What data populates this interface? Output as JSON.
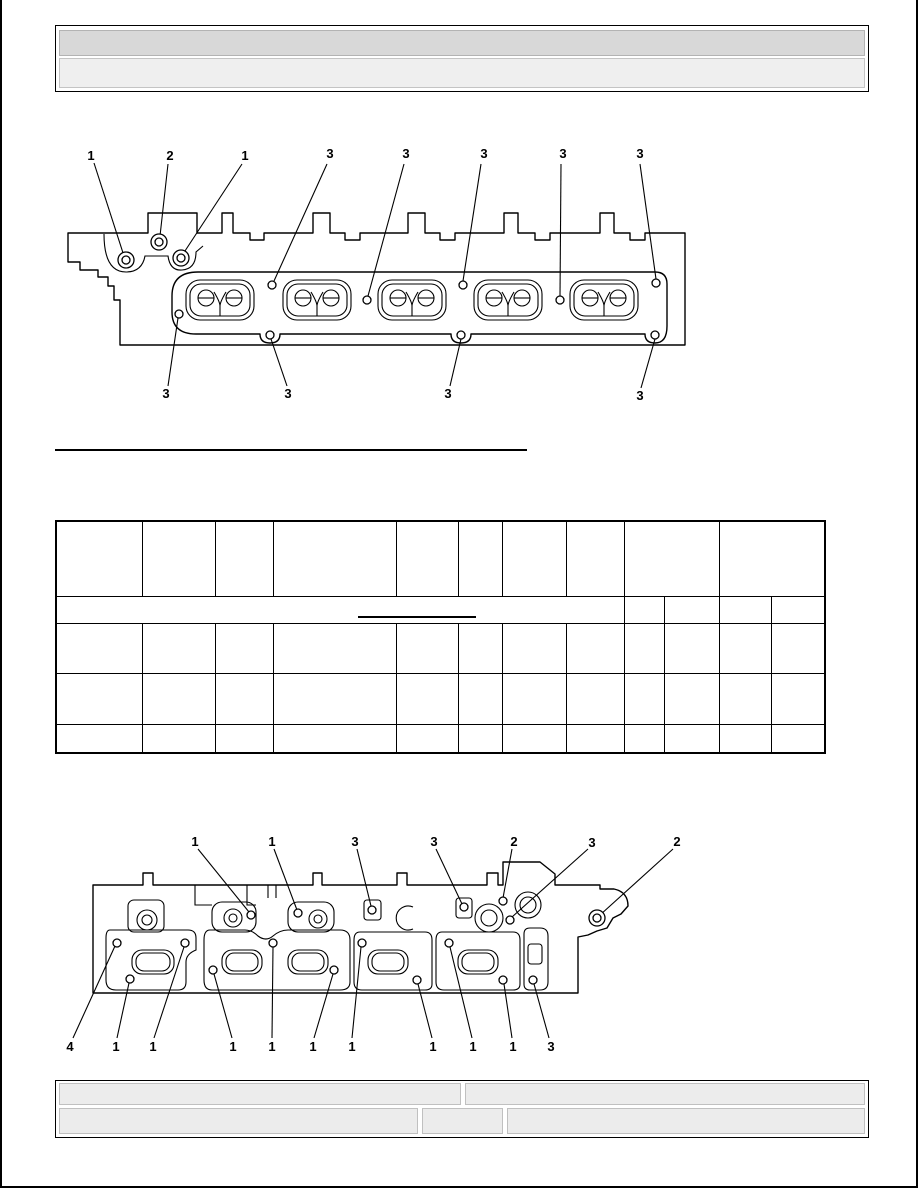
{
  "diagram_top": {
    "labels_above": [
      "1",
      "2",
      "1",
      "3",
      "3",
      "3",
      "3",
      "3"
    ],
    "labels_below": [
      "3",
      "3",
      "3",
      "3"
    ]
  },
  "diagram_bottom": {
    "labels_above": [
      "1",
      "1",
      "3",
      "3",
      "2",
      "3",
      "2"
    ],
    "labels_below": [
      "4",
      "1",
      "1",
      "1",
      "1",
      "1",
      "1",
      "1",
      "1",
      "1",
      "3"
    ]
  }
}
